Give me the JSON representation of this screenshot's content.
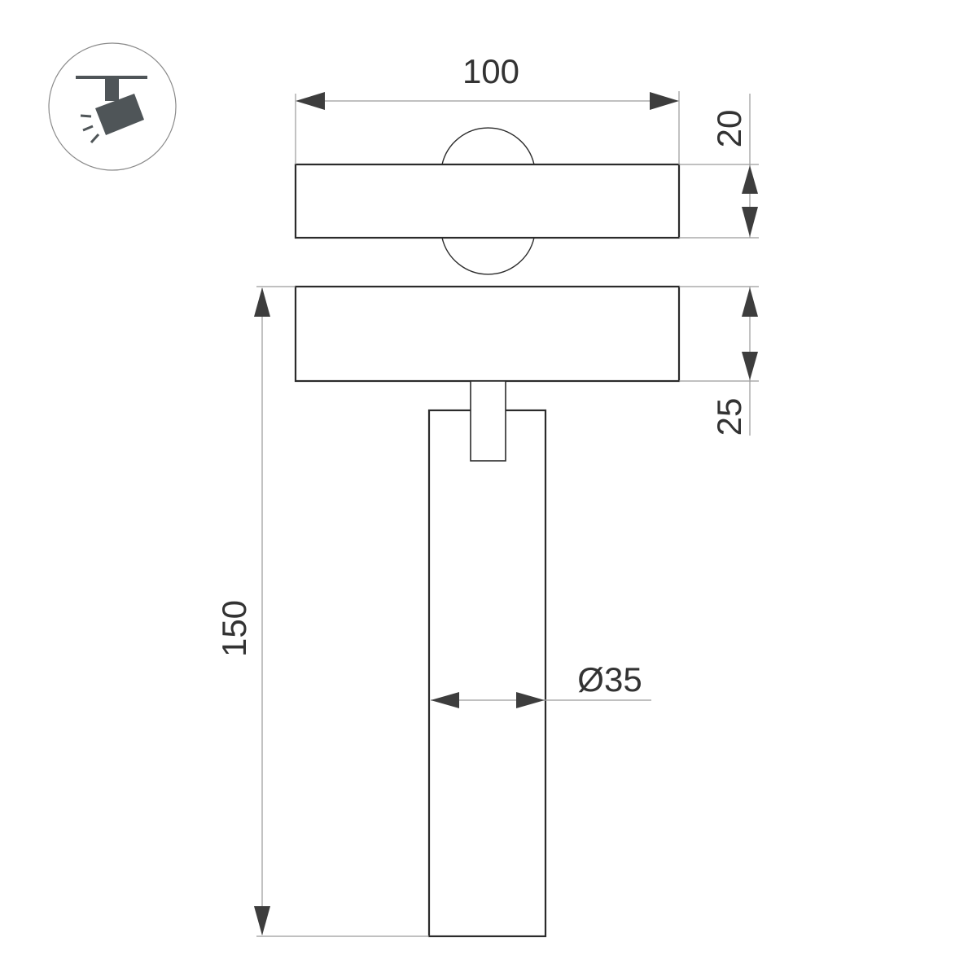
{
  "drawing": {
    "title": "Track spotlight dimension drawing",
    "units": "mm",
    "icon": {
      "name": "track-spotlight-icon",
      "color": "#4f5558",
      "border_color": "#8a8a8a"
    },
    "top_view": {
      "width_label": "100",
      "height_label": "20"
    },
    "side_view": {
      "base_height_label": "25",
      "total_height_label": "150",
      "diameter_label": "Ø35"
    },
    "colors": {
      "outline": "#2b2b2b",
      "dimension_line": "#9a9a9a",
      "arrow": "#3d3d3d",
      "text": "#333333"
    }
  }
}
